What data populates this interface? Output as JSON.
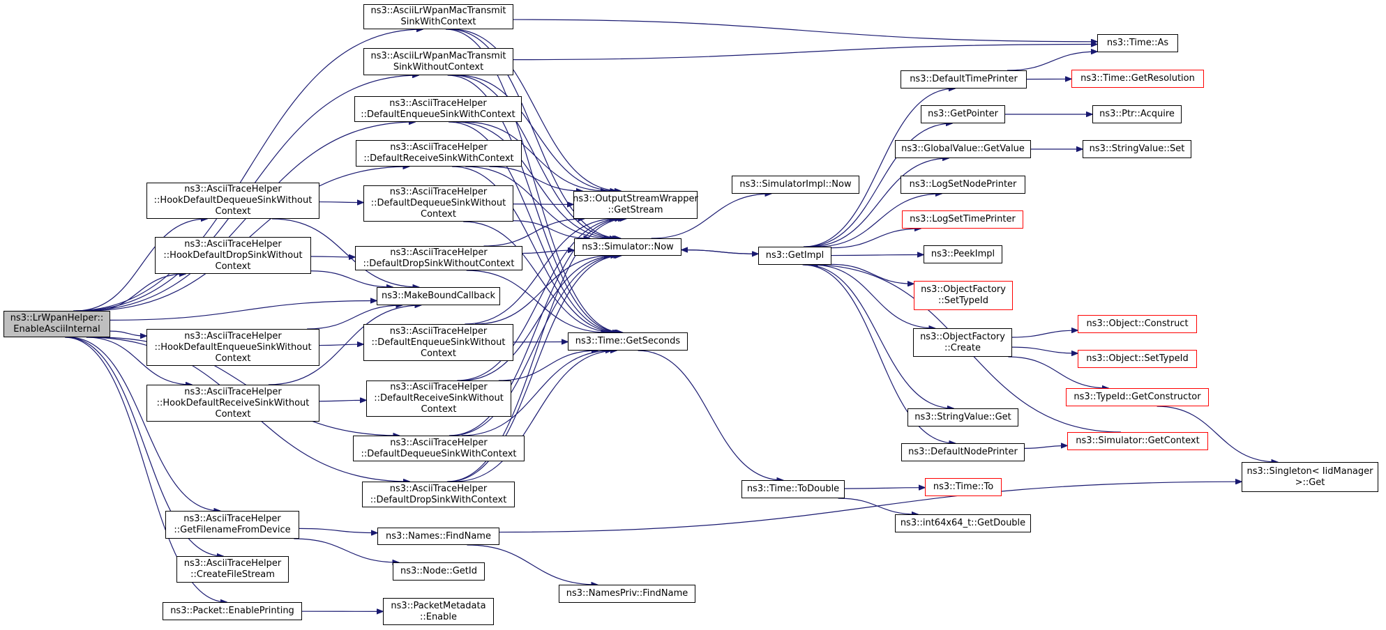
{
  "colors": {
    "edge": "#191970",
    "border": "#000000",
    "border_external": "#ff0000",
    "root_fill": "#bfbfbf"
  },
  "nodes": [
    {
      "id": "root",
      "lines": [
        "ns3::LrWpanHelper::",
        "EnableAsciiInternal"
      ]
    },
    {
      "id": "macwith",
      "lines": [
        "ns3::AsciiLrWpanMacTransmit",
        "SinkWithContext"
      ]
    },
    {
      "id": "macwithout",
      "lines": [
        "ns3::AsciiLrWpanMacTransmit",
        "SinkWithoutContext"
      ]
    },
    {
      "id": "enqwith",
      "lines": [
        "ns3::AsciiTraceHelper",
        "::DefaultEnqueueSinkWithContext"
      ]
    },
    {
      "id": "recvwith",
      "lines": [
        "ns3::AsciiTraceHelper",
        "::DefaultReceiveSinkWithContext"
      ]
    },
    {
      "id": "hookdeq",
      "lines": [
        "ns3::AsciiTraceHelper",
        "::HookDefaultDequeueSinkWithout",
        "Context"
      ]
    },
    {
      "id": "hookdrop",
      "lines": [
        "ns3::AsciiTraceHelper",
        "::HookDefaultDropSinkWithout",
        "Context"
      ]
    },
    {
      "id": "hookenq",
      "lines": [
        "ns3::AsciiTraceHelper",
        "::HookDefaultEnqueueSinkWithout",
        "Context"
      ]
    },
    {
      "id": "hookrecv",
      "lines": [
        "ns3::AsciiTraceHelper",
        "::HookDefaultReceiveSinkWithout",
        "Context"
      ]
    },
    {
      "id": "getfn",
      "lines": [
        "ns3::AsciiTraceHelper",
        "::GetFilenameFromDevice"
      ]
    },
    {
      "id": "createfs",
      "lines": [
        "ns3::AsciiTraceHelper",
        "::CreateFileStream"
      ]
    },
    {
      "id": "enprint",
      "lines": [
        "ns3::Packet::EnablePrinting"
      ]
    },
    {
      "id": "deqwo",
      "lines": [
        "ns3::AsciiTraceHelper",
        "::DefaultDequeueSinkWithout",
        "Context"
      ]
    },
    {
      "id": "dropwo",
      "lines": [
        "ns3::AsciiTraceHelper",
        "::DefaultDropSinkWithoutContext"
      ]
    },
    {
      "id": "mbc",
      "lines": [
        "ns3::MakeBoundCallback"
      ]
    },
    {
      "id": "enqwo",
      "lines": [
        "ns3::AsciiTraceHelper",
        "::DefaultEnqueueSinkWithout",
        "Context"
      ]
    },
    {
      "id": "recvwo",
      "lines": [
        "ns3::AsciiTraceHelper",
        "::DefaultReceiveSinkWithout",
        "Context"
      ]
    },
    {
      "id": "deqwith",
      "lines": [
        "ns3::AsciiTraceHelper",
        "::DefaultDequeueSinkWithContext"
      ]
    },
    {
      "id": "dropwith",
      "lines": [
        "ns3::AsciiTraceHelper",
        "::DefaultDropSinkWithContext"
      ]
    },
    {
      "id": "findname",
      "lines": [
        "ns3::Names::FindName"
      ]
    },
    {
      "id": "getid",
      "lines": [
        "ns3::Node::GetId"
      ]
    },
    {
      "id": "pmenable",
      "lines": [
        "ns3::PacketMetadata",
        "::Enable"
      ]
    },
    {
      "id": "osw",
      "lines": [
        "ns3::OutputStreamWrapper",
        "::GetStream"
      ]
    },
    {
      "id": "simnow",
      "lines": [
        "ns3::Simulator::Now"
      ]
    },
    {
      "id": "getsec",
      "lines": [
        "ns3::Time::GetSeconds"
      ]
    },
    {
      "id": "nppriv",
      "lines": [
        "ns3::NamesPriv::FindName"
      ]
    },
    {
      "id": "siminow",
      "lines": [
        "ns3::SimulatorImpl::Now"
      ]
    },
    {
      "id": "getimpl",
      "lines": [
        "ns3::GetImpl"
      ]
    },
    {
      "id": "todouble",
      "lines": [
        "ns3::Time::ToDouble"
      ]
    },
    {
      "id": "dtp",
      "lines": [
        "ns3::DefaultTimePrinter"
      ]
    },
    {
      "id": "getptr",
      "lines": [
        "ns3::GetPointer"
      ]
    },
    {
      "id": "gvget",
      "lines": [
        "ns3::GlobalValue::GetValue"
      ]
    },
    {
      "id": "lsnp",
      "lines": [
        "ns3::LogSetNodePrinter"
      ]
    },
    {
      "id": "lstp",
      "lines": [
        "ns3::LogSetTimePrinter"
      ],
      "external": true
    },
    {
      "id": "peek",
      "lines": [
        "ns3::PeekImpl"
      ]
    },
    {
      "id": "ofsettid",
      "lines": [
        "ns3::ObjectFactory",
        "::SetTypeId"
      ],
      "external": true
    },
    {
      "id": "ofcreate",
      "lines": [
        "ns3::ObjectFactory",
        "::Create"
      ]
    },
    {
      "id": "svget",
      "lines": [
        "ns3::StringValue::Get"
      ]
    },
    {
      "id": "dnp",
      "lines": [
        "ns3::DefaultNodePrinter"
      ]
    },
    {
      "id": "timeto",
      "lines": [
        "ns3::Time::To"
      ],
      "external": true
    },
    {
      "id": "i64",
      "lines": [
        "ns3::int64x64_t::GetDouble"
      ]
    },
    {
      "id": "timeas",
      "lines": [
        "ns3::Time::As"
      ]
    },
    {
      "id": "getres",
      "lines": [
        "ns3::Time::GetResolution"
      ],
      "external": true
    },
    {
      "id": "ptracq",
      "lines": [
        "ns3::Ptr::Acquire"
      ]
    },
    {
      "id": "svset",
      "lines": [
        "ns3::StringValue::Set"
      ]
    },
    {
      "id": "objcons",
      "lines": [
        "ns3::Object::Construct"
      ],
      "external": true
    },
    {
      "id": "objsettid",
      "lines": [
        "ns3::Object::SetTypeId"
      ],
      "external": true
    },
    {
      "id": "getcons",
      "lines": [
        "ns3::TypeId::GetConstructor"
      ],
      "external": true
    },
    {
      "id": "getctx",
      "lines": [
        "ns3::Simulator::GetContext"
      ],
      "external": true
    },
    {
      "id": "singleton",
      "lines": [
        "ns3::Singleton< IidManager",
        " >::Get"
      ]
    }
  ]
}
